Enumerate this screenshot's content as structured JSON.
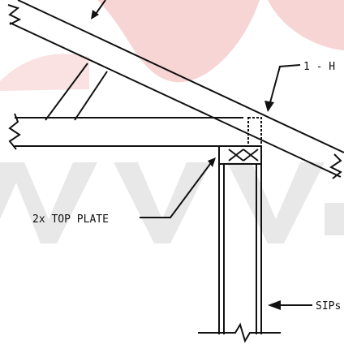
{
  "drawing": {
    "labels": {
      "hanger": "1 - H",
      "top_plate": "2x TOP PLATE",
      "wall": "SIPs"
    },
    "watermark_colors": {
      "red": "#e84040",
      "grey": "#cfcfcf"
    },
    "line_color": "#111111"
  }
}
